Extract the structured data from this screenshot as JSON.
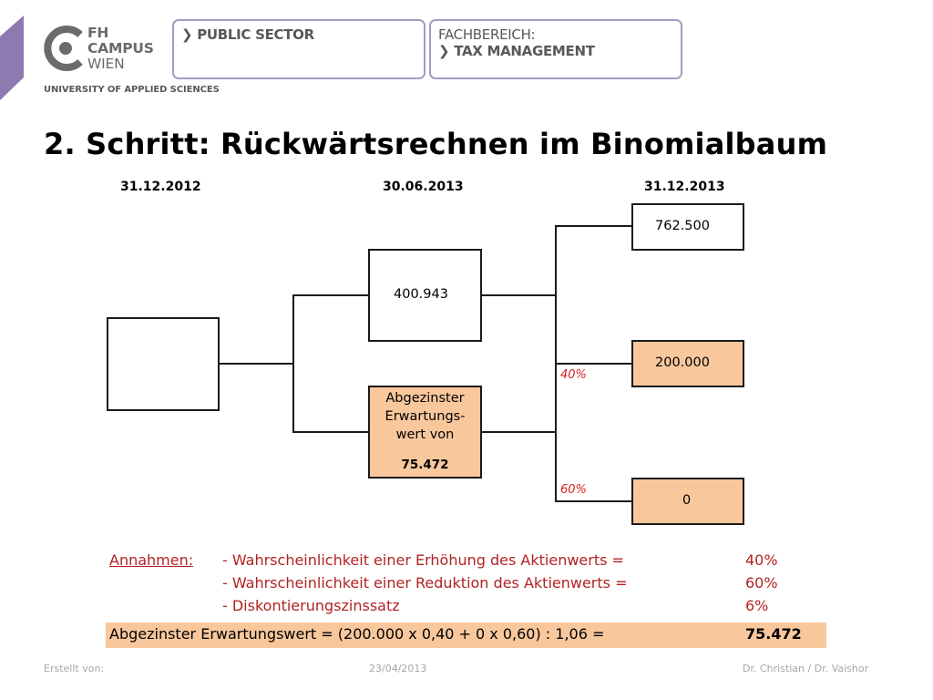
{
  "header": {
    "logo": {
      "line1": "FH",
      "line2": "CAMPUS",
      "line3": "WIEN",
      "tagline": "UNIVERSITY OF APPLIED SCIENCES"
    },
    "box1": {
      "line1": "❯ PUBLIC SECTOR"
    },
    "box2": {
      "line1": "FACHBEREICH:",
      "line2": "❯ TAX MANAGEMENT"
    },
    "accent_color": "#8e79b0"
  },
  "title": "2. Schritt: Rückwärtsrechnen im Binomialbaum",
  "tree": {
    "dates": [
      "31.12.2012",
      "30.06.2013",
      "31.12.2013"
    ],
    "root_value": "",
    "mid_upper": "400.943",
    "mid_lower": {
      "line1": "Abgezinster",
      "line2": "Erwartungs-",
      "line3": "wert von",
      "value": "75.472"
    },
    "leaves": [
      "762.500",
      "200.000",
      "0"
    ],
    "prob_up": "40%",
    "prob_down": "60%",
    "highlight_color": "#f8c79c"
  },
  "assumptions": {
    "label": "Annahmen:",
    "items": [
      {
        "text": "- Wahrscheinlichkeit einer Erhöhung des Aktienwerts =",
        "value": "40%"
      },
      {
        "text": "- Wahrscheinlichkeit einer Reduktion des Aktienwerts =",
        "value": "60%"
      },
      {
        "text": "- Diskontierungszinssatz",
        "value": "6%"
      }
    ],
    "result_text": "Abgezinster Erwartungswert = (200.000 x 0,40 + 0 x 0,60) : 1,06 =",
    "result_value": "75.472"
  },
  "footer": {
    "created_by": "Erstellt von:",
    "date": "23/04/2013",
    "authors": "Dr. Christian / Dr. Vaishor"
  }
}
